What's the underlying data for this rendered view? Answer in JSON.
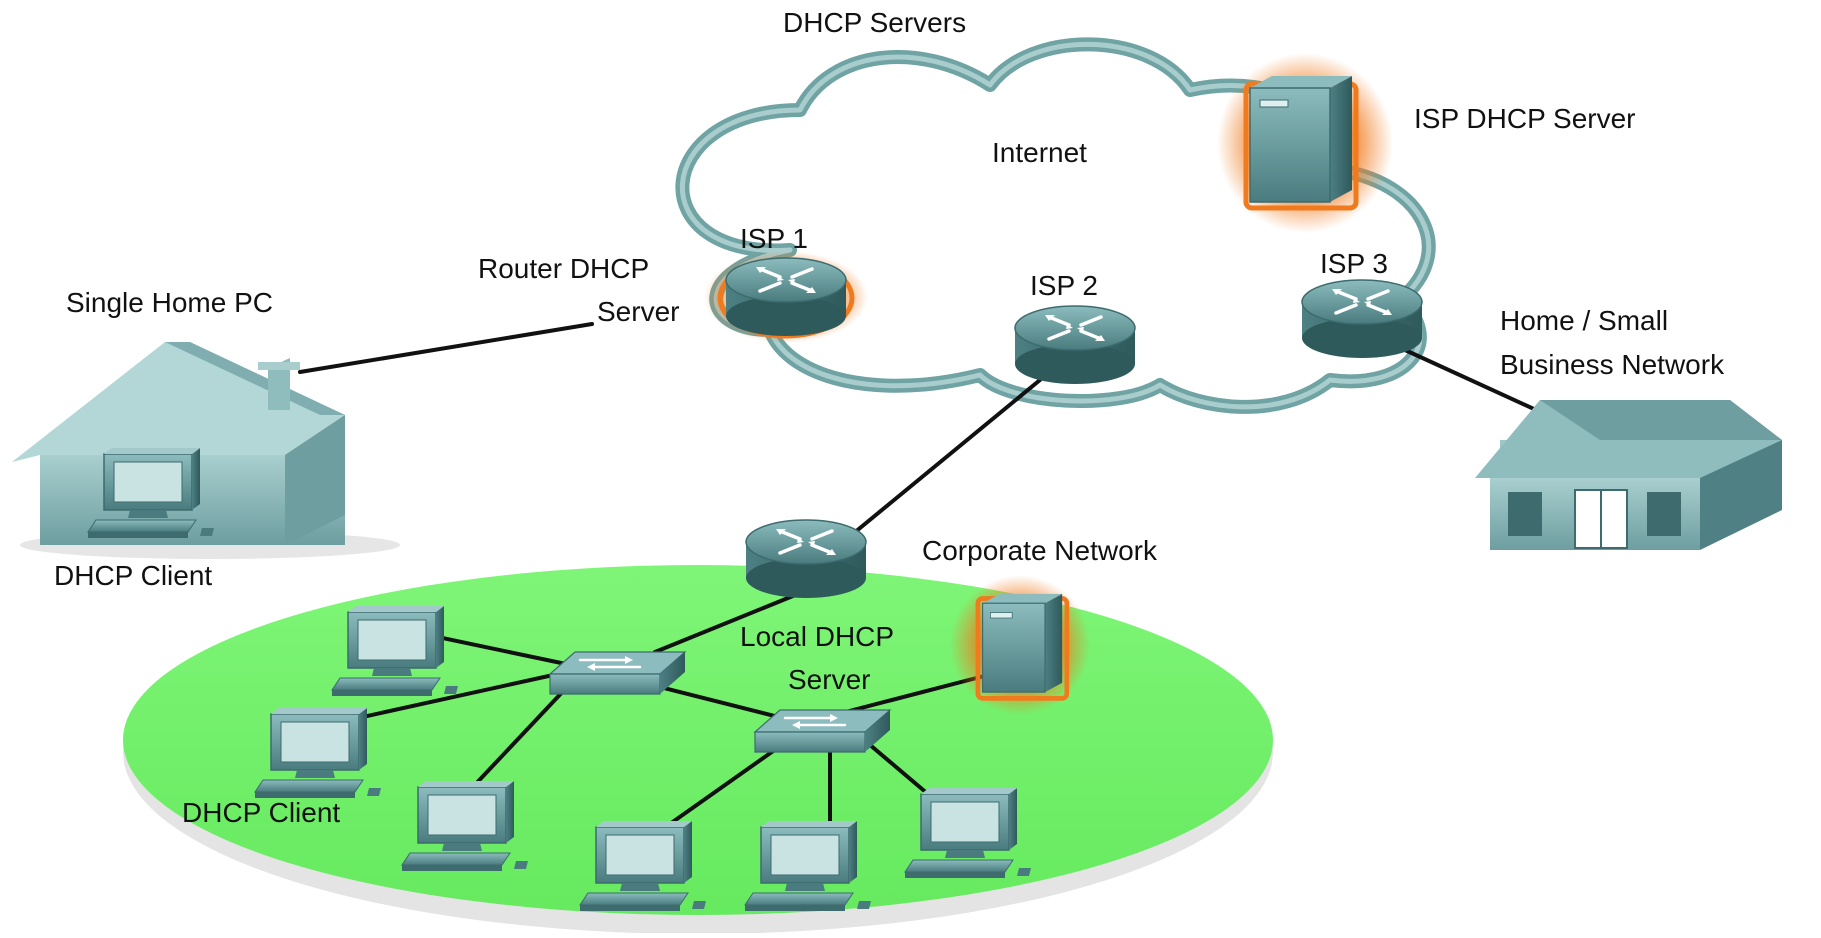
{
  "labels": {
    "dhcp_servers": "DHCP Servers",
    "internet": "Internet",
    "isp_dhcp_server": "ISP DHCP Server",
    "isp1": "ISP 1",
    "isp2": "ISP 2",
    "isp3": "ISP 3",
    "router_dhcp_line1": "Router DHCP",
    "router_dhcp_line2": "Server",
    "single_home_pc": "Single Home PC",
    "dhcp_client_home": "DHCP Client",
    "home_small_line1": "Home / Small",
    "home_small_line2": "Business Network",
    "corporate_network": "Corporate Network",
    "local_dhcp_line1": "Local DHCP",
    "local_dhcp_line2": "Server",
    "dhcp_client_corp": "DHCP Client"
  },
  "colors": {
    "device": "#5f9598",
    "device_light": "#8cbcbd",
    "device_dark": "#3d6b6e",
    "highlight": "#f07a1e",
    "lan_area": "#76f26e",
    "cloud_stroke": "#6fa3a4",
    "link": "#111111"
  },
  "icons": {
    "router": "router-icon",
    "server": "server-icon",
    "switch": "switch-icon",
    "workstation": "computer-icon",
    "house": "house-icon",
    "cloud": "cloud-icon"
  }
}
